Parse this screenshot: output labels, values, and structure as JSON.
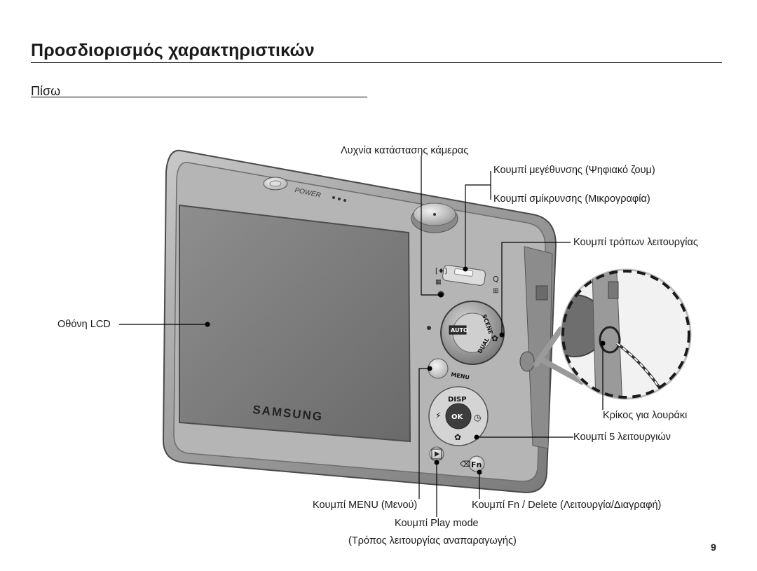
{
  "header": {
    "title": "Προσδιορισμός χαρακτηριστικών",
    "subtitle": "Πίσω"
  },
  "camera": {
    "brand": "SAMSUNG",
    "power_label": "POWER",
    "menu_label": "MENU",
    "disp_label": "DISP",
    "ok_label": "OK",
    "fn_label": "Fn",
    "auto_label": "AUTO",
    "dual_label": "DUAL",
    "scene_label": "SCENE"
  },
  "labels": {
    "status_lamp": "Λυχνία κατάστασης κάμερας",
    "zoom_in": "Κουμπί μεγέθυνσης (Ψηφιακό ζουμ)",
    "zoom_out": "Κουμπί σμίκρυνσης (Μικρογραφία)",
    "mode_dial": "Κουμπί τρόπων λειτουργίας",
    "lcd": "Οθόνη LCD",
    "strap_ring": "Κρίκος για λουράκι",
    "five_function": "Κουμπί 5 λειτουργιών",
    "menu_button": "Κουμπί MENU (Μενού)",
    "fn_delete": "Κουμπί Fn / Delete (Λειτουργία/Διαγραφή)",
    "play_mode": "Κουμπί Play mode",
    "play_mode_sub": "(Τρόπος λειτουργίας αναπαραγωγής)"
  },
  "page_number": "9"
}
